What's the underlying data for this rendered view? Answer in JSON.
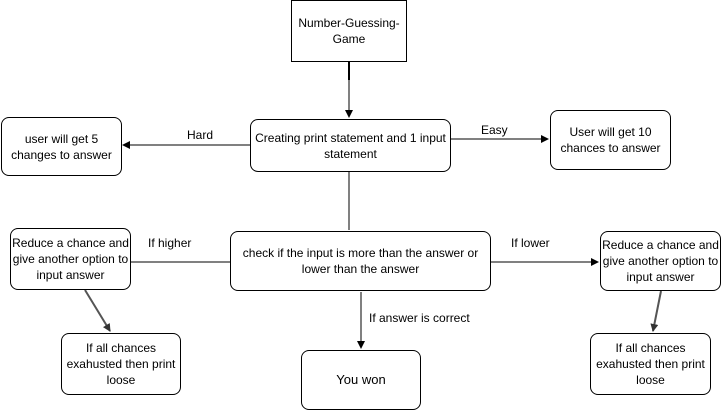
{
  "nodes": {
    "start": "Number-Guessing-Game",
    "main": "Creating print statement and 1 input statement",
    "hard": "user will get 5 changes to answer",
    "easy": "User will get 10 chances to answer",
    "check": "check if the input is more than the answer or lower than the answer",
    "reduce_left": "Reduce a chance and give another option to input answer",
    "reduce_right": "Reduce a chance and give another option to input answer",
    "exhaust_left": "If all chances exahusted then print loose",
    "exhaust_right": "If all chances exahusted then print loose",
    "won": "You won"
  },
  "edge_labels": {
    "hard": "Hard",
    "easy": "Easy",
    "higher": "If higher",
    "lower": "If lower",
    "correct": "If answer is correct"
  }
}
